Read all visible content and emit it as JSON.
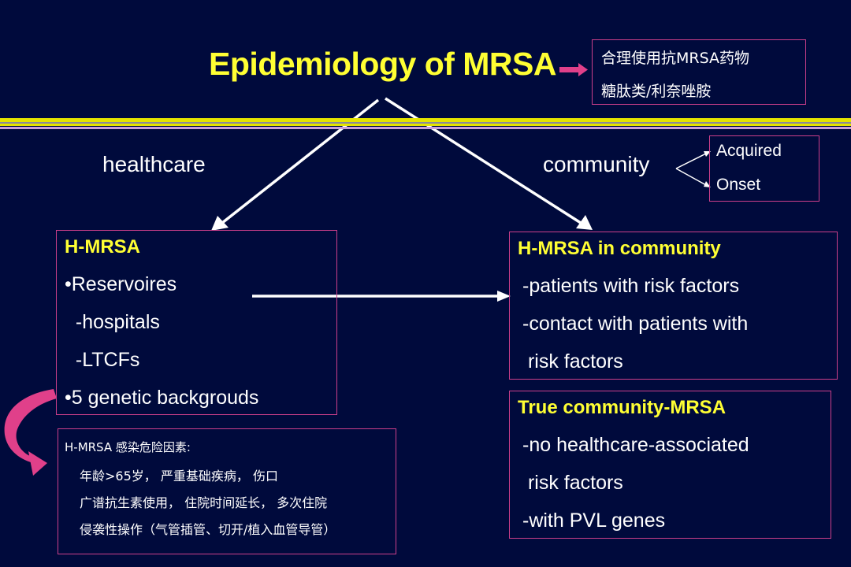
{
  "title": "Epidemiology of MRSA",
  "drug_box": {
    "line1": "合理使用抗MRSA药物",
    "line2": "糖肽类/利奈唑胺"
  },
  "branches": {
    "left": "healthcare",
    "right": "community"
  },
  "community_types": [
    "Acquired",
    "Onset"
  ],
  "h_mrsa": {
    "header": "H-MRSA",
    "lines": [
      "•Reservoires",
      "  -hospitals",
      "  -LTCFs",
      "•5 genetic backgrouds"
    ]
  },
  "risk_box": {
    "header": "H-MRSA 感染危险因素:",
    "lines": [
      "年龄>65岁， 严重基础疾病， 伤口",
      "广谱抗生素使用， 住院时间延长， 多次住院",
      "侵袭性操作（气管插管、切开/植入血管导管）"
    ]
  },
  "h_mrsa_community": {
    "header": "H-MRSA in community",
    "lines": [
      "-patients with risk factors",
      "-contact with patients with",
      " risk factors"
    ]
  },
  "true_community": {
    "header": "True community-MRSA",
    "lines": [
      "-no healthcare-associated",
      " risk factors",
      "-with PVL genes"
    ]
  },
  "colors": {
    "background": "#000a3c",
    "title": "#ffff33",
    "box_border": "#cc3f8a",
    "arrow_pink": "#e0408a",
    "stripe_yellow": "#e4e400",
    "stripe_lilac": "#c8a0d8"
  }
}
